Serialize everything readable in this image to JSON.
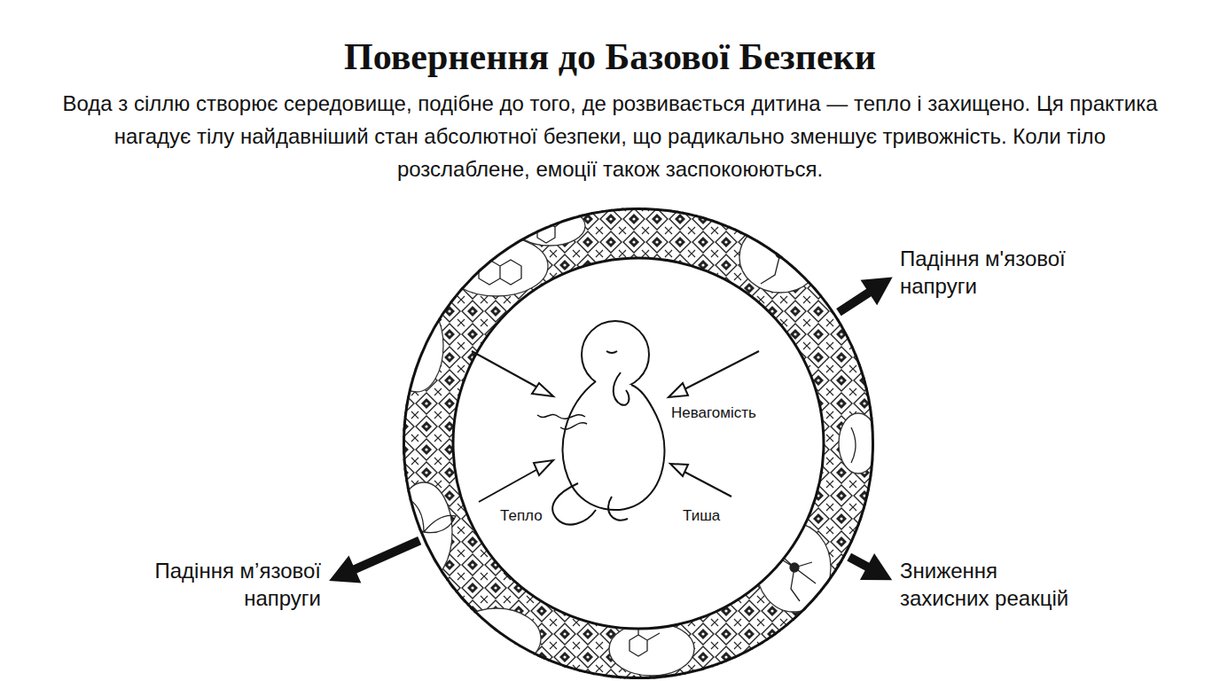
{
  "diagram": {
    "title": "Повернення до Базової Безпеки",
    "caption": "Вода з сіллю створює середовище, подібне до того, де розвивається дитина — тепло і захищено. Ця практика нагадує тілу найдавніший стан абсолютної безпеки, що радикально зменшує тривожність. Коли тіло розслаблене, емоції також заспокоюються.",
    "nodes": [
      {
        "text": [
          "Невагомість",
          "Тепло",
          "Тиша"
        ]
      },
      {
        "text": [
          "Падіння м'язової напруги"
        ]
      },
      {
        "text": [
          "Падіння м’язової напруги"
        ]
      },
      {
        "text": [
          "Зниження захисних реакцій"
        ]
      }
    ],
    "edges": [
      {
        "from": 0,
        "to": 1,
        "arrow": "to"
      },
      {
        "from": 0,
        "to": 2,
        "arrow": "to"
      },
      {
        "from": 0,
        "to": 3,
        "arrow": "to"
      }
    ]
  }
}
